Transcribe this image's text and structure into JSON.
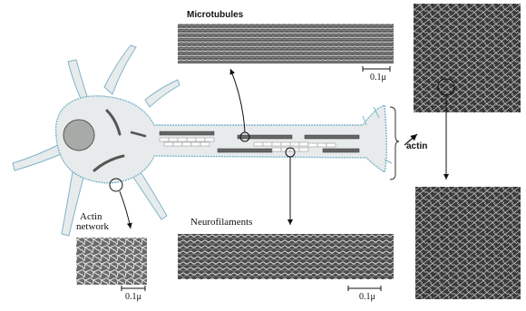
{
  "labels": {
    "microtubules": "Microtubules",
    "neurofilaments": "Neurofilaments",
    "actin": "actin",
    "actin_network_line1": "Actin",
    "actin_network_line2": "network"
  },
  "scale_bars": {
    "microtubules": "0.1μ",
    "neurofilaments": "0.1μ",
    "actin_network": "0.1μ"
  },
  "colors": {
    "cell_body": "#e8ebec",
    "membrane": "#7fb5c8",
    "nucleus": "#a8aaa8",
    "filament": "#555555",
    "micrograph_dark": "#3a3a3a"
  }
}
